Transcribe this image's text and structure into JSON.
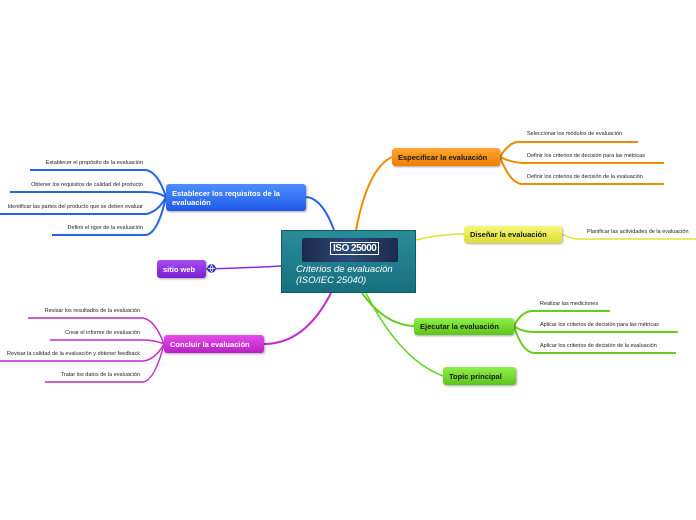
{
  "central": {
    "title": "Criterios de evaluación (ISO/IEC 25040)",
    "logo_text": "ISO 25000"
  },
  "topics": {
    "especificar": {
      "label": "Especificar la evaluación",
      "color": "#f08a00"
    },
    "disenar": {
      "label": "Diseñar la evaluación",
      "color": "#e2e234"
    },
    "ejecutar": {
      "label": "Ejecutar la evaluación",
      "color": "#66cc1e"
    },
    "topic_principal": {
      "label": "Topic principal",
      "color": "#5fd41e"
    },
    "establecer": {
      "label": "Establecer los requisitos de la evaluación",
      "color": "#2563e8"
    },
    "sitio_web": {
      "label": "sitio web",
      "color": "#8a2be2"
    },
    "concluir": {
      "label": "Concluir la evaluación",
      "color": "#c22ccc"
    }
  },
  "subtopics": {
    "especificar": [
      "Seleccionar los módulos de evaluación",
      "Definir los criterios de decisión para las métricas",
      "Definir los criterios de decisión de la evaluación"
    ],
    "disenar": [
      "Planificar las actividades de la evaluación"
    ],
    "ejecutar": [
      "Realizar las mediciones",
      "Aplicar los criterios de decisión para las métricas",
      "Aplicar los criterios de decisión de la evaluación"
    ],
    "establecer": [
      "Establecer el propósito de la evaluación",
      "Obtener los requisitos de calidad del producto",
      "Identificar las partes del producto que se deben evaluar",
      "Definir el rigor de la evaluación"
    ],
    "concluir": [
      "Revisar los resultados de la evaluación",
      "Crear el informe de evaluación",
      "Revisar la calidad de la evaluación y obtener feedback",
      "Tratar los datos de la evaluación"
    ]
  },
  "icons": {
    "link": "globe-link-icon"
  }
}
